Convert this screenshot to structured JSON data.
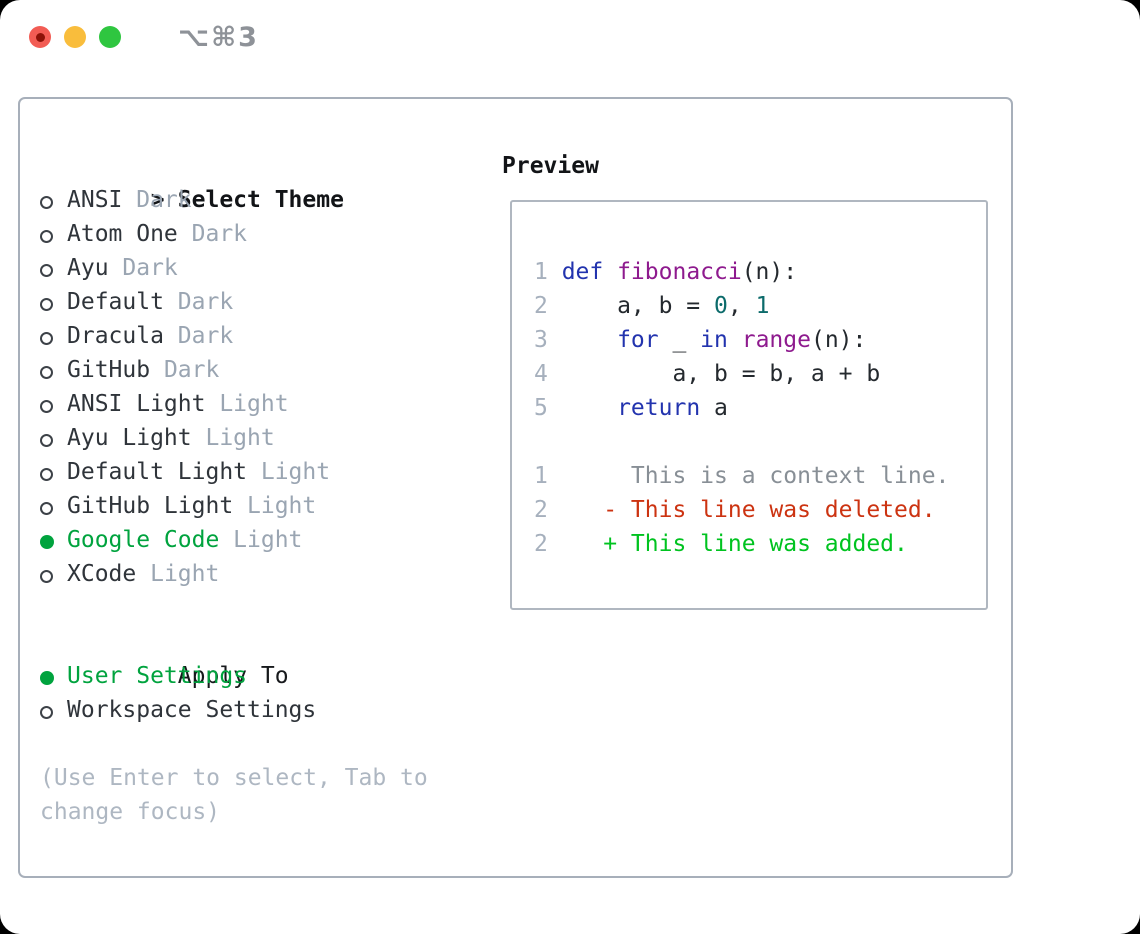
{
  "window": {
    "title": "⌥⌘3"
  },
  "theme_list": {
    "cursor": ">",
    "header": "Select Theme",
    "items": [
      {
        "name": "ANSI",
        "variant": "Dark",
        "selected": false
      },
      {
        "name": "Atom One",
        "variant": "Dark",
        "selected": false
      },
      {
        "name": "Ayu",
        "variant": "Dark",
        "selected": false
      },
      {
        "name": "Default",
        "variant": "Dark",
        "selected": false
      },
      {
        "name": "Dracula",
        "variant": "Dark",
        "selected": false
      },
      {
        "name": "GitHub",
        "variant": "Dark",
        "selected": false
      },
      {
        "name": "ANSI Light",
        "variant": "Light",
        "selected": false
      },
      {
        "name": "Ayu Light",
        "variant": "Light",
        "selected": false
      },
      {
        "name": "Default Light",
        "variant": "Light",
        "selected": false
      },
      {
        "name": "GitHub Light",
        "variant": "Light",
        "selected": false
      },
      {
        "name": "Google Code",
        "variant": "Light",
        "selected": true
      },
      {
        "name": "XCode",
        "variant": "Light",
        "selected": false
      }
    ]
  },
  "preview": {
    "label": "Preview",
    "lines": [
      {
        "num": "1",
        "segs": [
          {
            "t": "def ",
            "c": "keyword"
          },
          {
            "t": "fibonacci",
            "c": "function"
          },
          {
            "t": "(n):",
            "c": "plain"
          }
        ]
      },
      {
        "num": "2",
        "segs": [
          {
            "t": "    a, b = ",
            "c": "plain"
          },
          {
            "t": "0",
            "c": "number"
          },
          {
            "t": ", ",
            "c": "plain"
          },
          {
            "t": "1",
            "c": "number"
          }
        ]
      },
      {
        "num": "3",
        "segs": [
          {
            "t": "    ",
            "c": "plain"
          },
          {
            "t": "for",
            "c": "keyword"
          },
          {
            "t": " _ ",
            "c": "plain"
          },
          {
            "t": "in",
            "c": "keyword"
          },
          {
            "t": " ",
            "c": "plain"
          },
          {
            "t": "range",
            "c": "function"
          },
          {
            "t": "(n):",
            "c": "plain"
          }
        ]
      },
      {
        "num": "4",
        "segs": [
          {
            "t": "        a, b = b, a + b",
            "c": "plain"
          }
        ]
      },
      {
        "num": "5",
        "segs": [
          {
            "t": "    ",
            "c": "plain"
          },
          {
            "t": "return",
            "c": "keyword"
          },
          {
            "t": " a",
            "c": "plain"
          }
        ]
      },
      {
        "num": "",
        "segs": []
      },
      {
        "num": "1",
        "segs": [
          {
            "t": "     This is a context line.",
            "c": "context"
          }
        ]
      },
      {
        "num": "2",
        "segs": [
          {
            "t": "   - This line was deleted.",
            "c": "deleted"
          }
        ]
      },
      {
        "num": "2",
        "segs": [
          {
            "t": "   + This line was added.",
            "c": "added"
          }
        ]
      }
    ]
  },
  "apply_to": {
    "header": "Apply To",
    "options": [
      {
        "name": "User Settings",
        "selected": true
      },
      {
        "name": "Workspace Settings",
        "selected": false
      }
    ]
  },
  "help_text": "(Use Enter to select, Tab to change focus)",
  "colors": {
    "accent_green": "#00a33e",
    "keyword": "#2233ae",
    "function": "#8e1a8e",
    "number": "#0c6b6b",
    "plain": "#24292e",
    "line_number": "#a6b0bd",
    "context": "#888f96",
    "deleted": "#cc3311",
    "added": "#00c320",
    "muted_variant": "#9aa5b2",
    "help_text": "#aeb7c2"
  }
}
